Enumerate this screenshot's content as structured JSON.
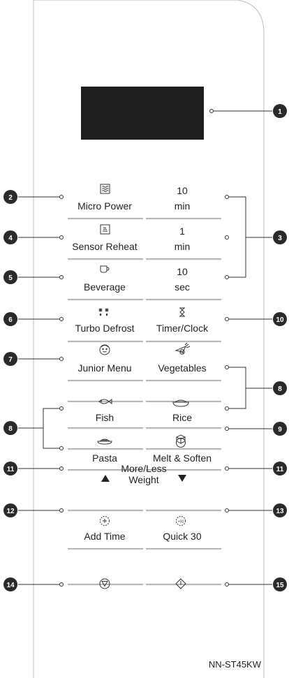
{
  "buttons": {
    "micro_power": "Micro Power",
    "ten_min": [
      "10",
      "min"
    ],
    "sensor_reheat": "Sensor Reheat",
    "one_min": [
      "1",
      "min"
    ],
    "beverage": "Beverage",
    "ten_sec": [
      "10",
      "sec"
    ],
    "turbo_defrost": "Turbo Defrost",
    "timer_clock": "Timer/Clock",
    "junior_menu": "Junior Menu",
    "vegetables": "Vegetables",
    "fish": "Fish",
    "rice": "Rice",
    "pasta": "Pasta",
    "melt_soften": "Melt & Soften",
    "more_less": [
      "More/Less",
      "Weight"
    ],
    "add_time": "Add Time",
    "quick_30": "Quick 30",
    "quick_30_icon_text": "+30"
  },
  "callouts": [
    "1",
    "2",
    "3",
    "4",
    "5",
    "6",
    "7",
    "8",
    "8",
    "9",
    "10",
    "11",
    "11",
    "12",
    "13",
    "14",
    "15"
  ],
  "model": "NN-ST45KW",
  "colors": {
    "panel_border": "#c8c8c8",
    "display": "#1e1e1e",
    "badge": "#2a2a2a",
    "line": "#333333"
  }
}
